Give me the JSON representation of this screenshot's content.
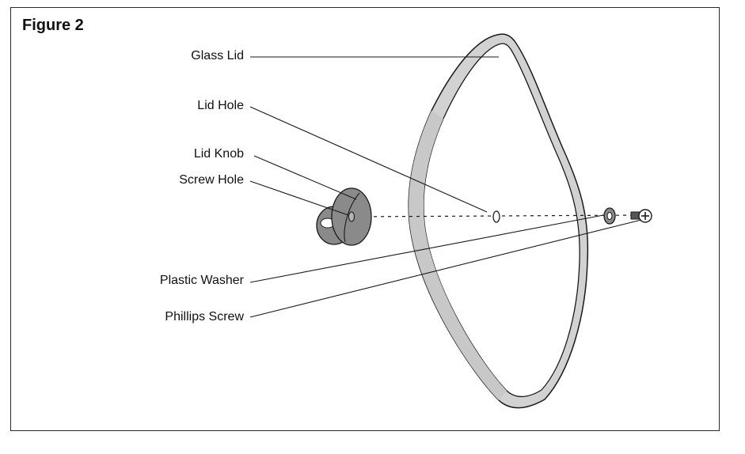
{
  "figure": {
    "title": "Figure 2"
  },
  "labels": {
    "glass_lid": "Glass Lid",
    "lid_hole": "Lid Hole",
    "lid_knob": "Lid Knob",
    "screw_hole": "Screw Hole",
    "plastic_washer": "Plastic Washer",
    "phillips_screw": "Phillips Screw"
  },
  "colors": {
    "line": "#1a1a1a",
    "part_dark": "#8a8a8a",
    "part_light": "#c8c8c8",
    "rim": "#d2d2d2"
  }
}
